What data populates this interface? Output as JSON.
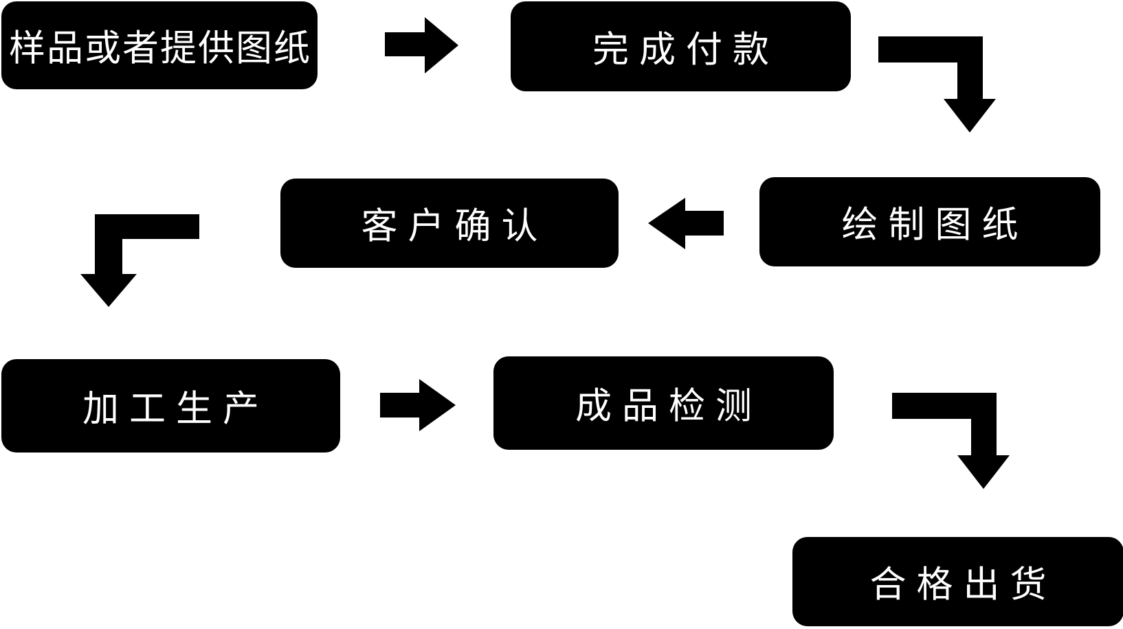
{
  "diagram": {
    "background_color": "#ffffff",
    "node_fill_color": "#000000",
    "node_text_color": "#ffffff",
    "arrow_color": "#000000",
    "nodes": [
      {
        "id": "step-1",
        "label": "样品或者提供图纸"
      },
      {
        "id": "step-2",
        "label": "完成付款"
      },
      {
        "id": "step-3",
        "label": "绘制图纸"
      },
      {
        "id": "step-4",
        "label": "客户确认"
      },
      {
        "id": "step-5",
        "label": "加工生产"
      },
      {
        "id": "step-6",
        "label": "成品检测"
      },
      {
        "id": "step-7",
        "label": "合格出货"
      }
    ],
    "edges": [
      {
        "from": "样品或者提供图纸",
        "to": "完成付款",
        "arrow": "right"
      },
      {
        "from": "完成付款",
        "to": "绘制图纸",
        "arrow": "elbow-down-right"
      },
      {
        "from": "绘制图纸",
        "to": "客户确认",
        "arrow": "left"
      },
      {
        "from": "客户确认",
        "to": "加工生产",
        "arrow": "elbow-down-left"
      },
      {
        "from": "加工生产",
        "to": "成品检测",
        "arrow": "right"
      },
      {
        "from": "成品检测",
        "to": "合格出货",
        "arrow": "elbow-down-right"
      }
    ]
  }
}
